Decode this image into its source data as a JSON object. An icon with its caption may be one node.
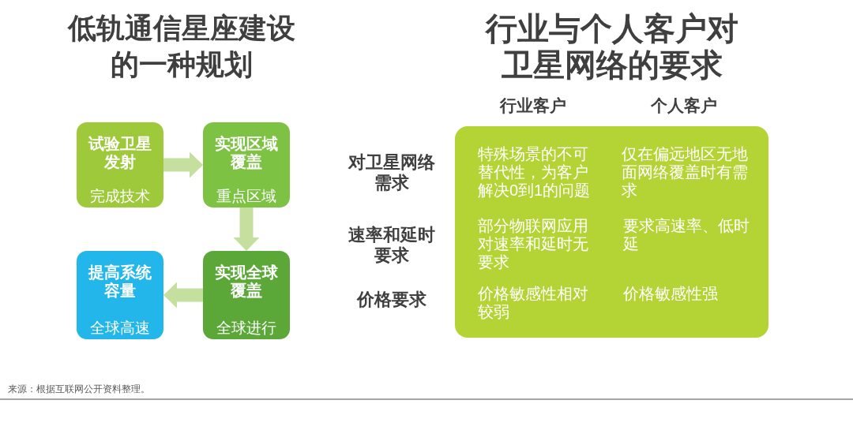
{
  "diagram": {
    "nodes": [
      {
        "text": [
          "试验卫星发射",
          "完成技术"
        ]
      },
      {
        "text": [
          "实现区域覆盖",
          "重点区域"
        ]
      },
      {
        "text": [
          "提高系统容量",
          "全球高速"
        ]
      },
      {
        "text": [
          "实现全球覆盖",
          "全球进行"
        ]
      },
      {
        "text": [
          "特殊场景的不可替代性，为客户解决0到1的问题",
          "仅在偏远地区无地面网络覆盖时有需求",
          "部分物联网应用对速率和延时无要求",
          "要求高速率、低时延",
          "价格敏感性相对较弱",
          "价格敏感性强"
        ]
      }
    ],
    "edges": [
      {
        "from": 0,
        "to": 1,
        "arrow": "to"
      },
      {
        "from": 1,
        "to": 3,
        "arrow": "to"
      },
      {
        "from": 3,
        "to": 2,
        "arrow": "to"
      }
    ],
    "labels": [
      "低轨通信星座建设的一种规划",
      "行业与个人客户对卫星网络的要求",
      "行业客户",
      "个人客户",
      "对卫星网络需求",
      "速率和延时要求",
      "价格要求",
      "来源：根据互联网公开资料整理。"
    ]
  }
}
